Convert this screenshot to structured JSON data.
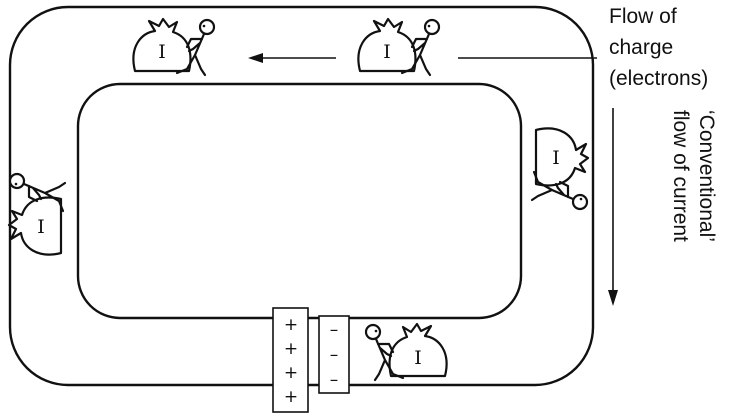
{
  "labels": {
    "electron_flow": [
      "Flow of",
      "charge",
      "(electrons)"
    ],
    "conventional_flow": [
      "‘Conventional’",
      "flow of current"
    ]
  },
  "bag_symbol": "I",
  "battery": {
    "positive_plate": [
      "+",
      "+",
      "+",
      "+"
    ],
    "negative_plate": [
      "–",
      "–",
      "–"
    ]
  },
  "icons": [
    "left-arrow-icon",
    "down-arrow-icon",
    "electron-carrier-figure-icon",
    "charge-bag-icon"
  ]
}
